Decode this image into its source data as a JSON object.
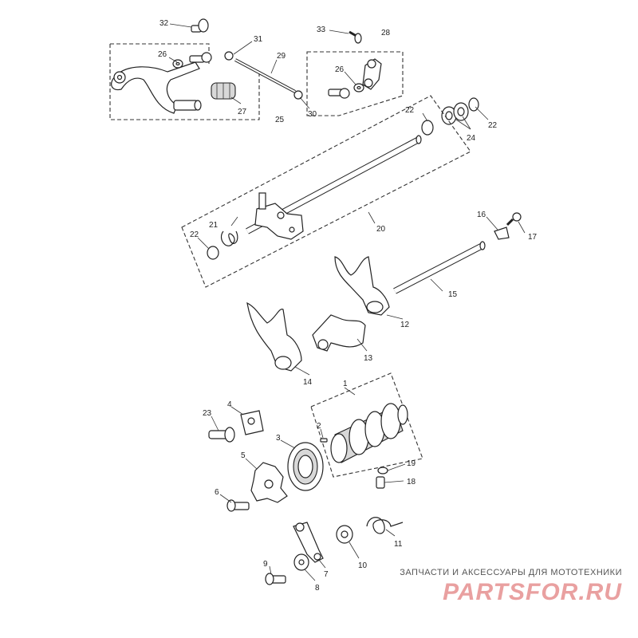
{
  "diagram": {
    "part_labels": [
      "1",
      "2",
      "3",
      "4",
      "5",
      "6",
      "7",
      "8",
      "9",
      "10",
      "11",
      "12",
      "13",
      "14",
      "15",
      "16",
      "17",
      "18",
      "19",
      "20",
      "21",
      "22",
      "22",
      "22",
      "23",
      "24",
      "25",
      "26",
      "26",
      "27",
      "28",
      "29",
      "30",
      "31",
      "32",
      "33"
    ]
  },
  "watermark": {
    "tagline": "ЗАПЧАСТИ И АКСЕССУАРЫ ДЛЯ МОТОТЕХНИКИ",
    "logo": "PARTSFOR.RU"
  }
}
